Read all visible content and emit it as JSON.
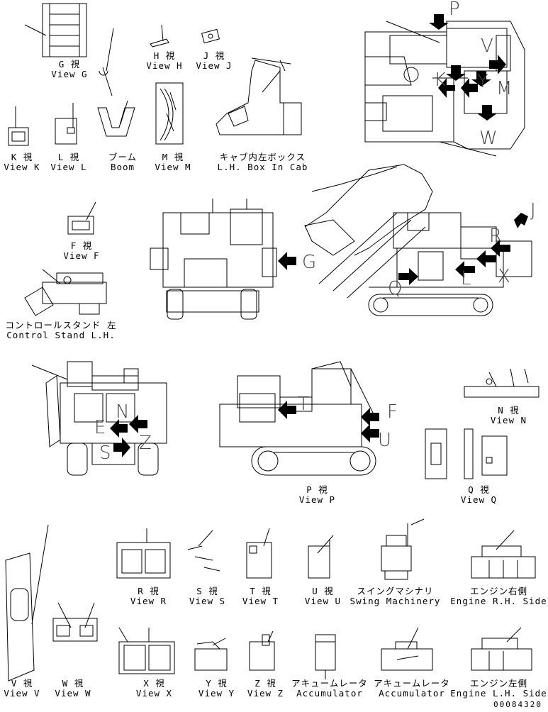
{
  "views": {
    "g": {
      "jp": "G 視",
      "en": "View G"
    },
    "h": {
      "jp": "H 視",
      "en": "View H"
    },
    "j": {
      "jp": "J 視",
      "en": "View J"
    },
    "k": {
      "jp": "K 視",
      "en": "View K"
    },
    "l": {
      "jp": "L 視",
      "en": "View L"
    },
    "boom": {
      "jp": "ブーム",
      "en": "Boom"
    },
    "m": {
      "jp": "M 視",
      "en": "View M"
    },
    "cab": {
      "jp": "キャブ内左ボックス",
      "en": "L.H. Box In Cab"
    },
    "f": {
      "jp": "F 視",
      "en": "View F"
    },
    "control": {
      "jp": "コントロールスタンド 左",
      "en": "Control Stand L.H."
    },
    "n": {
      "jp": "N 視",
      "en": "View N"
    },
    "p": {
      "jp": "P 視",
      "en": "View P"
    },
    "q": {
      "jp": "Q 視",
      "en": "View Q"
    },
    "r": {
      "jp": "R 視",
      "en": "View R"
    },
    "s": {
      "jp": "S 視",
      "en": "View S"
    },
    "t": {
      "jp": "T 視",
      "en": "View T"
    },
    "u": {
      "jp": "U 視",
      "en": "View U"
    },
    "swing": {
      "jp": "スイングマシナリ",
      "en": "Swing Machinery"
    },
    "engine_rh": {
      "jp": "エンジン右側",
      "en": "Engine R.H. Side"
    },
    "v": {
      "jp": "V 視",
      "en": "View V"
    },
    "w": {
      "jp": "W 視",
      "en": "View W"
    },
    "x": {
      "jp": "X 視",
      "en": "View X"
    },
    "y": {
      "jp": "Y 視",
      "en": "View Y"
    },
    "z": {
      "jp": "Z 視",
      "en": "View Z"
    },
    "acc1": {
      "jp": "アキュームレータ",
      "en": "Accumulator"
    },
    "acc2": {
      "jp": "アキュームレータ",
      "en": "Accumulator"
    },
    "engine_lh": {
      "jp": "エンジン左側",
      "en": "Engine L.H. Side"
    }
  },
  "arrow_letters": {
    "top": [
      "P",
      "V",
      "K",
      "Y",
      "M",
      "W"
    ],
    "mid": [
      "G",
      "J",
      "R",
      "Q",
      "X",
      "L"
    ],
    "rear": [
      "N",
      "E",
      "S",
      "Z"
    ],
    "side": [
      "F",
      "U",
      "T"
    ]
  },
  "part_number": "00084320"
}
